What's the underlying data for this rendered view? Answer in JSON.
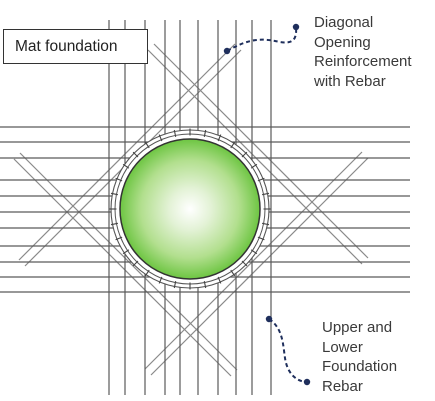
{
  "diagram": {
    "title": "Mat foundation",
    "callouts": {
      "diagonal": "Diagonal\nOpening\nReinforcement\nwith Rebar",
      "foundation": "Upper and\nLower\nFoundation\nRebar"
    },
    "colors": {
      "rebar": "#5a5a5a",
      "diagonal_rebar": "#8a8a8a",
      "opening_center": "#ffffff",
      "opening_edge": "#6dc542",
      "leader": "#1f2f5c"
    }
  }
}
